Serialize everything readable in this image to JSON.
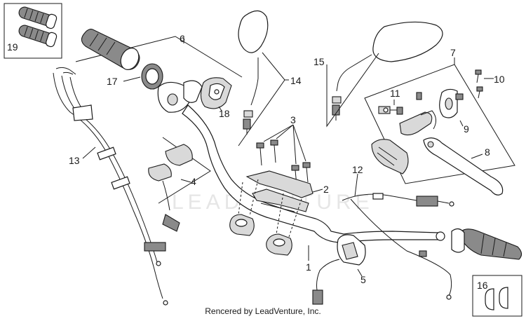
{
  "watermark": "LEADVENTURE",
  "credit": "Rencered by LeadVenture, Inc.",
  "callouts": [
    "1",
    "2",
    "3",
    "4",
    "5",
    "6",
    "7",
    "8",
    "9",
    "10",
    "11",
    "12",
    "13",
    "14",
    "15",
    "16",
    "17",
    "18",
    "19"
  ],
  "colors": {
    "line": "#1a1a1a",
    "grip_fill": "#8a8a8a",
    "part_fill": "#d9d9d9",
    "background": "#ffffff"
  }
}
